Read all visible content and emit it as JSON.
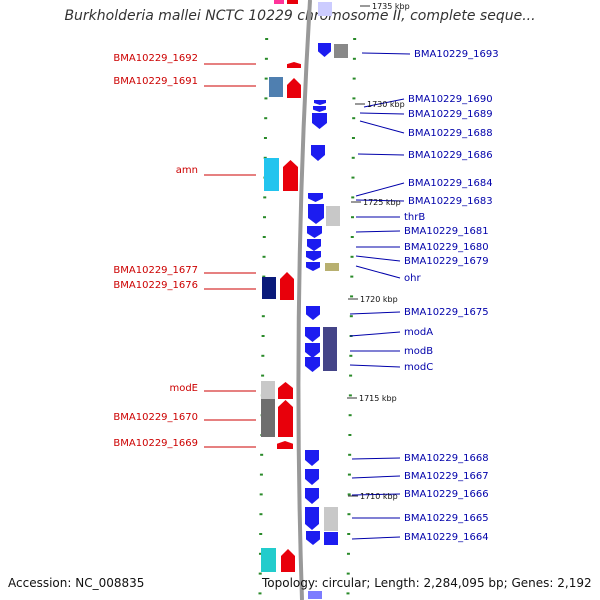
{
  "title": "Burkholderia mallei NCTC 10229 chromosome II, complete seque...",
  "accession": "Accession: NC_008835",
  "topology": "Topology: circular; Length: 2,284,095 bp; Genes: 2,192",
  "colors": {
    "forward": "#e8000b",
    "reverse": "#1c1cf0",
    "left_label": "#cc0000",
    "right_label": "#0000aa",
    "backbone": "#999999",
    "tick": "#2a8a2a"
  },
  "kbp_labels": [
    "1735 kbp",
    "1730 kbp",
    "1725 kbp",
    "1720 kbp",
    "1715 kbp",
    "1710 kbp"
  ],
  "left_genes": [
    "BMA10229_1692",
    "BMA10229_1691",
    "amn",
    "BMA10229_1677",
    "BMA10229_1676",
    "modE",
    "BMA10229_1670",
    "BMA10229_1669"
  ],
  "right_genes": [
    "BMA10229_1693",
    "BMA10229_1690",
    "BMA10229_1689",
    "BMA10229_1688",
    "BMA10229_1686",
    "BMA10229_1684",
    "BMA10229_1683",
    "thrB",
    "BMA10229_1681",
    "BMA10229_1680",
    "BMA10229_1679",
    "ohr",
    "BMA10229_1675",
    "modA",
    "modB",
    "modC",
    "BMA10229_1668",
    "BMA10229_1667",
    "BMA10229_1666",
    "BMA10229_1665",
    "BMA10229_1664"
  ]
}
